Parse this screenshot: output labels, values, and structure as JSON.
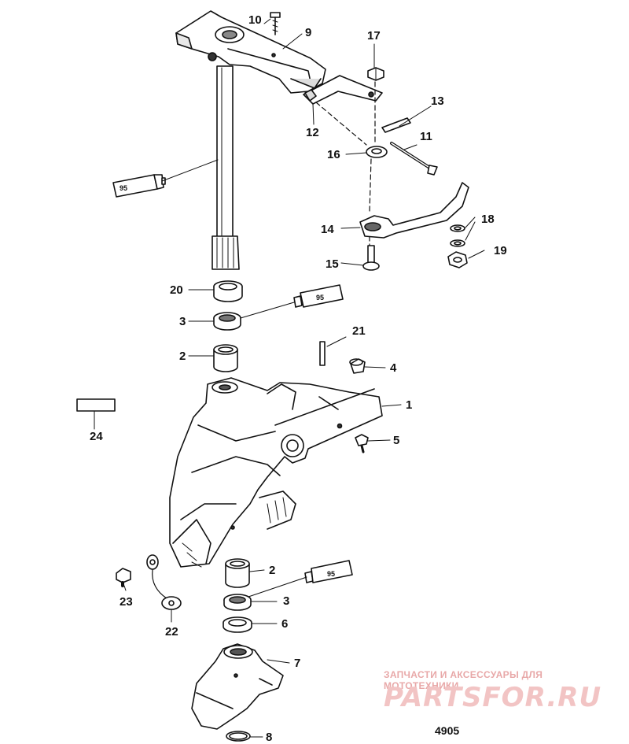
{
  "diagram": {
    "figure_number": "4905",
    "watermark": {
      "line1": "ЗАПЧАСТИ И АКСЕССУАРЫ ДЛЯ МОТОТЕХНИКИ",
      "line2": "PARTSFOR.RU"
    },
    "sealant_code": "95",
    "callouts": [
      "1",
      "2",
      "2",
      "3",
      "3",
      "4",
      "5",
      "6",
      "7",
      "8",
      "9",
      "10",
      "11",
      "12",
      "13",
      "14",
      "15",
      "16",
      "17",
      "18",
      "19",
      "20",
      "21",
      "22",
      "23",
      "24"
    ],
    "colors": {
      "line": "#111111",
      "watermark": "#e8a8a8"
    }
  }
}
